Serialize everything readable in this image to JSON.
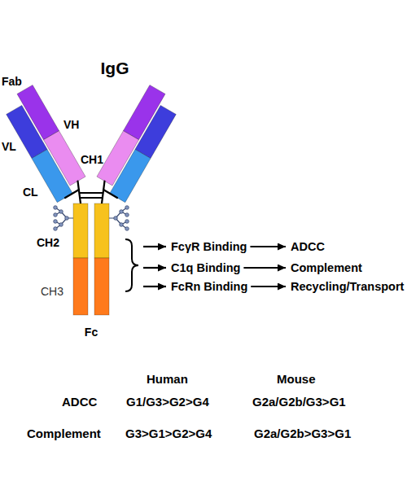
{
  "diagram": {
    "title": "IgG",
    "nodes": [
      {
        "text": [
          "FcγR Binding"
        ]
      },
      {
        "text": [
          "ADCC"
        ]
      },
      {
        "text": [
          "C1q Binding"
        ]
      },
      {
        "text": [
          "Complement"
        ]
      },
      {
        "text": [
          "FcRn Binding"
        ]
      },
      {
        "text": [
          "Recycling/Transport"
        ]
      }
    ],
    "edges": [
      {
        "from": 0,
        "to": 1,
        "arrow": "to"
      },
      {
        "from": 2,
        "to": 3,
        "arrow": "to"
      },
      {
        "from": 4,
        "to": 5,
        "arrow": "to"
      }
    ],
    "labels": [
      "Fab",
      "VH",
      "VL",
      "CH1",
      "CL",
      "CH2",
      "CH3",
      "Fc",
      "Human",
      "Mouse",
      "ADCC",
      "G1/G3>G2>G4",
      "G2a/G2b/G3>G1",
      "Complement",
      "G3>G1>G2>G4",
      "G2a/G2b>G3>G1"
    ]
  }
}
